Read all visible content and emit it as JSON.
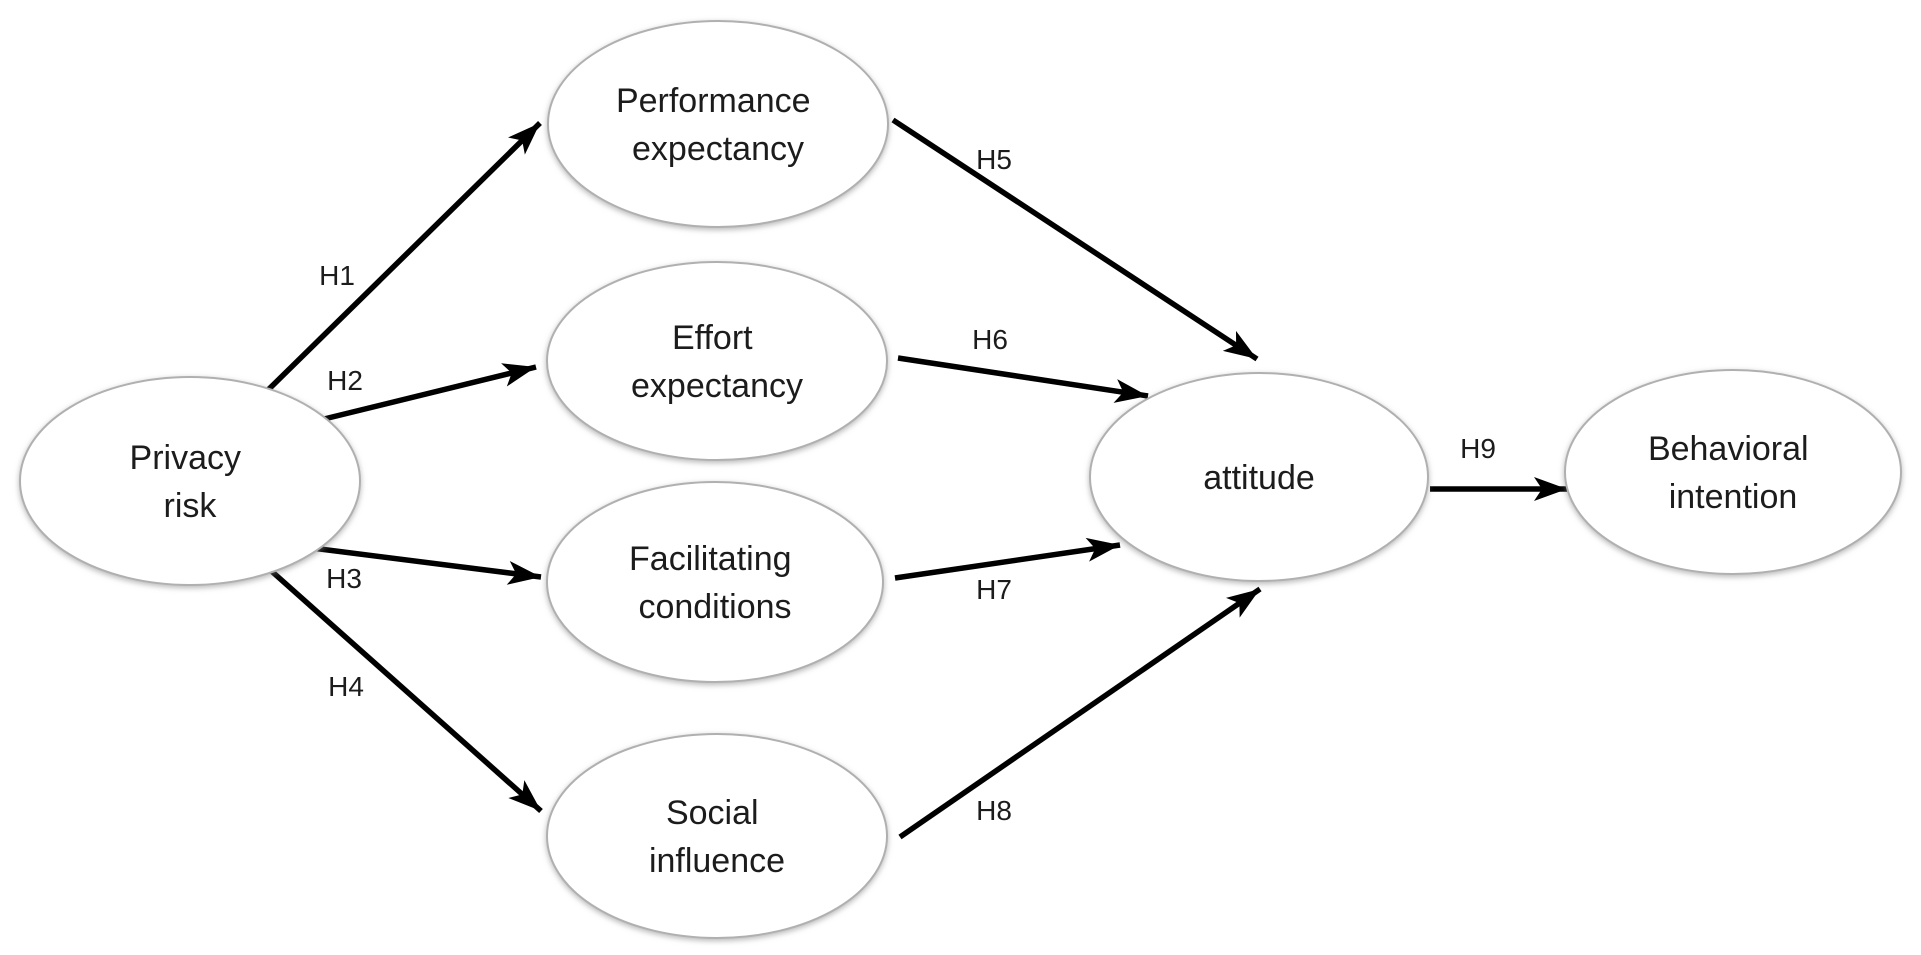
{
  "diagram": {
    "type": "path-model",
    "colors": {
      "background": "#ffffff",
      "node_fill": "#ffffff",
      "node_stroke": "#b0b0b0",
      "arrow": "#000000",
      "text": "#1c1c1c"
    },
    "nodes": [
      {
        "id": "privacy-risk",
        "lines": [
          "Privacy",
          "risk"
        ]
      },
      {
        "id": "performance-expectancy",
        "lines": [
          "Performance",
          "expectancy"
        ]
      },
      {
        "id": "effort-expectancy",
        "lines": [
          "Effort",
          "expectancy"
        ]
      },
      {
        "id": "facilitating-conditions",
        "lines": [
          "Facilitating",
          "conditions"
        ]
      },
      {
        "id": "social-influence",
        "lines": [
          "Social",
          "influence"
        ]
      },
      {
        "id": "attitude",
        "lines": [
          "attitude"
        ]
      },
      {
        "id": "behavioral-intention",
        "lines": [
          "Behavioral",
          "intention"
        ]
      }
    ],
    "edges": [
      {
        "label": "H1",
        "from": "privacy-risk",
        "to": "performance-expectancy"
      },
      {
        "label": "H2",
        "from": "privacy-risk",
        "to": "effort-expectancy"
      },
      {
        "label": "H3",
        "from": "privacy-risk",
        "to": "facilitating-conditions"
      },
      {
        "label": "H4",
        "from": "privacy-risk",
        "to": "social-influence"
      },
      {
        "label": "H5",
        "from": "performance-expectancy",
        "to": "attitude"
      },
      {
        "label": "H6",
        "from": "effort-expectancy",
        "to": "attitude"
      },
      {
        "label": "H7",
        "from": "facilitating-conditions",
        "to": "attitude"
      },
      {
        "label": "H8",
        "from": "social-influence",
        "to": "attitude"
      },
      {
        "label": "H9",
        "from": "attitude",
        "to": "behavioral-intention"
      }
    ]
  }
}
